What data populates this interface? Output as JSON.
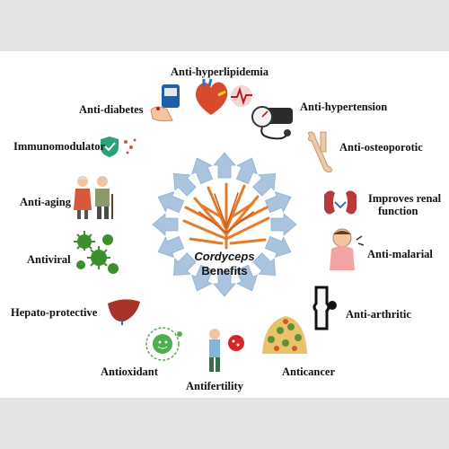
{
  "center": {
    "line1": "Cordyceps",
    "line2": "Benefits"
  },
  "labels": {
    "anti_hyperlipidemia": "Anti-hyperlipidemia",
    "anti_diabetes": "Anti-diabetes",
    "anti_hypertension": "Anti-hypertension",
    "immunomodulator": "Immunomodulator",
    "anti_osteoporotic": "Anti-osteoporotic",
    "anti_aging": "Anti-aging",
    "improves_renal_1": "Improves renal",
    "improves_renal_2": "function",
    "antiviral": "Antiviral",
    "anti_malarial": "Anti-malarial",
    "hepato_protective": "Hepato-protective",
    "anti_arthritic": "Anti-arthritic",
    "antioxidant": "Antioxidant",
    "anticancer": "Anticancer",
    "antifertility": "Antifertility"
  },
  "colors": {
    "arrow": "#aac4de",
    "arrow_stroke": "#8fb0d2",
    "fungus": "#e37b2a",
    "panel": "#ffffff",
    "background": "#e4e4e4"
  },
  "icons": [
    "glucose-meter-icon",
    "heart-icon",
    "blood-pressure-icon",
    "bone-icon",
    "kidney-icon",
    "mosquito-patient-icon",
    "knee-joint-icon",
    "cancer-cells-icon",
    "sperm-icon",
    "antioxidant-icon",
    "liver-icon",
    "virus-icon",
    "elderly-couple-icon",
    "shield-icon",
    "cordyceps-icon"
  ]
}
